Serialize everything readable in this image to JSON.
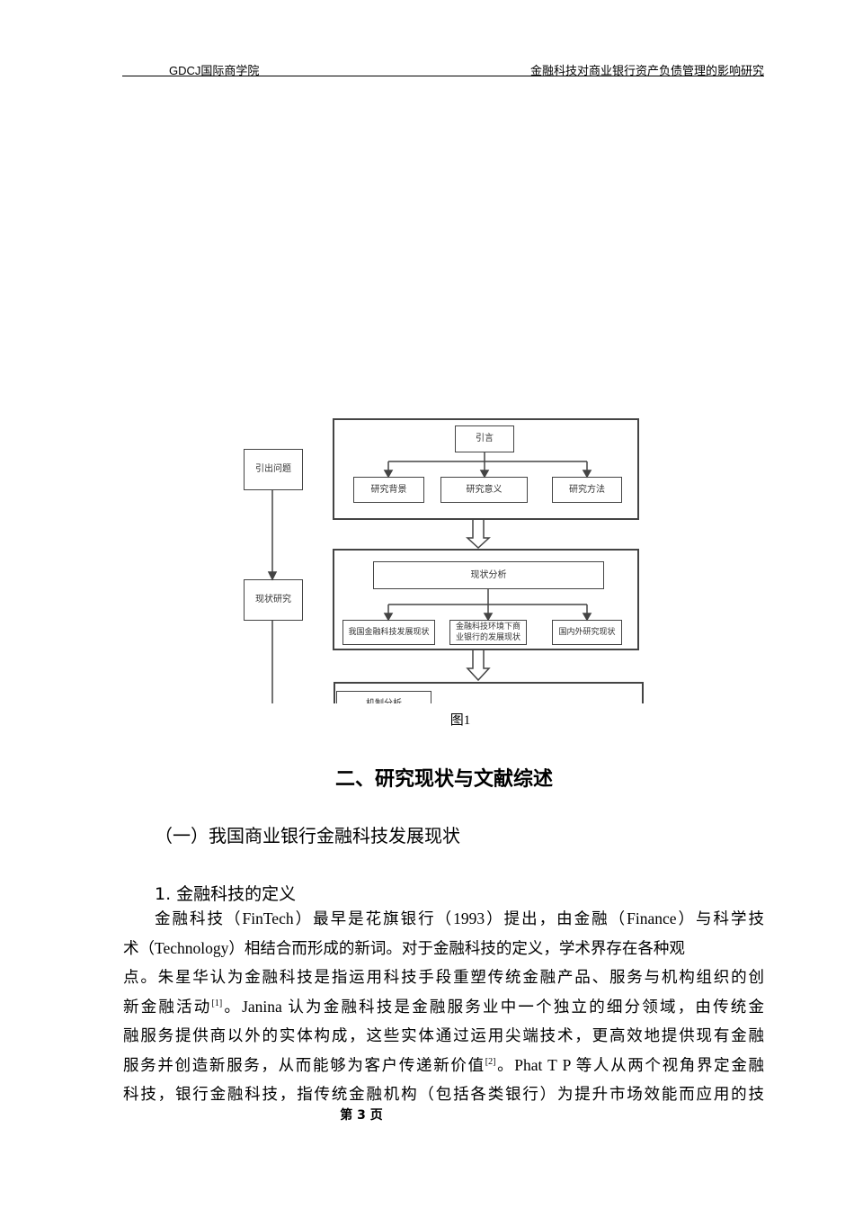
{
  "header": {
    "left": "GDCJ国际商学院",
    "right": "金融科技对商业银行资产负债管理的影响研究"
  },
  "figure": {
    "caption": "图1",
    "side": [
      "引出问题",
      "现状研究"
    ],
    "block1": {
      "title": "引言",
      "items": [
        "研究背景",
        "研究意义",
        "研究方法"
      ]
    },
    "block2": {
      "title": "现状分析",
      "items": [
        "我国金融科技发展现状",
        "金融科技环境下商业银行的发展现状",
        "国内外研究现状"
      ]
    },
    "block3": {
      "title": "机制分析"
    }
  },
  "section_title": "二、研究现状与文献综述",
  "subsection_title": "（一）我国商业银行金融科技发展现状",
  "subsubsection_title": "1. 金融科技的定义",
  "body_lines": [
    [
      {
        "t": "金融科技（FinTech）最早是花旗银行（1993）提出，由金融（Finance）与科学技"
      }
    ],
    [
      {
        "t": "术（Technology）相结合而形成的新词。对于金融科技的定义，学术界存在各种观"
      }
    ],
    [
      {
        "t": "点。朱星华认为金融科技是指运用科技手段重塑传统金融产品、服务与机构组织的创"
      }
    ],
    [
      {
        "t": "新金融活动"
      },
      {
        "sup": "[1]"
      },
      {
        "t": "。Janina 认为金融科技是金融服务业中一个独立的细分领域，由传统金"
      }
    ],
    [
      {
        "t": "融服务提供商以外的实体构成，这些实体通过运用尖端技术，更高效地提供现有金融"
      }
    ],
    [
      {
        "t": "服务并创造新服务，从而能够为客户传递新价值"
      },
      {
        "sup": "[2]"
      },
      {
        "t": "。Phat T P 等人从两个视角界定金融"
      }
    ],
    [
      {
        "t": "科技，银行金融科技，指传统金融机构（包括各类银行）为提升市场效能而应用的技"
      }
    ]
  ],
  "footer": "第 3 页"
}
